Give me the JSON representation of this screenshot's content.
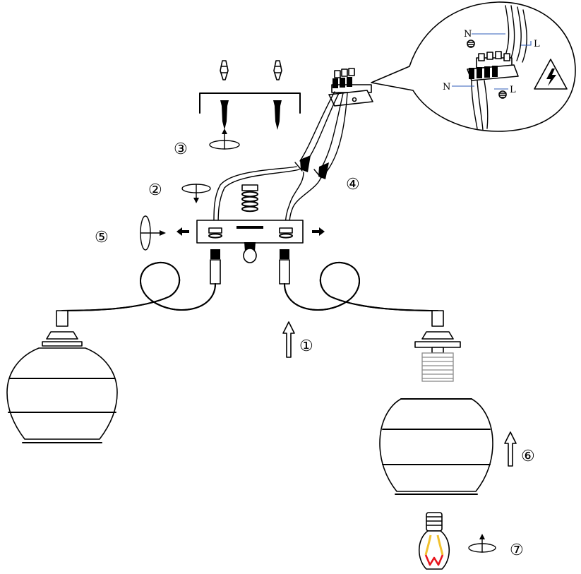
{
  "steps": [
    {
      "id": "1",
      "label": "①"
    },
    {
      "id": "2",
      "label": "②"
    },
    {
      "id": "3",
      "label": "③"
    },
    {
      "id": "4",
      "label": "④"
    },
    {
      "id": "5",
      "label": "⑤"
    },
    {
      "id": "6",
      "label": "⑥"
    },
    {
      "id": "7",
      "label": "⑦"
    }
  ],
  "wiring": {
    "top_n": "N",
    "top_l": "L",
    "bottom_n": "N",
    "bottom_l": "L"
  },
  "colors": {
    "line": "#000000",
    "wire_callout": "#2f5db8",
    "bulb_filament": "#e8141c",
    "bulb_glow": "#f2c230",
    "bulb_holder": "#8a8a8a"
  }
}
